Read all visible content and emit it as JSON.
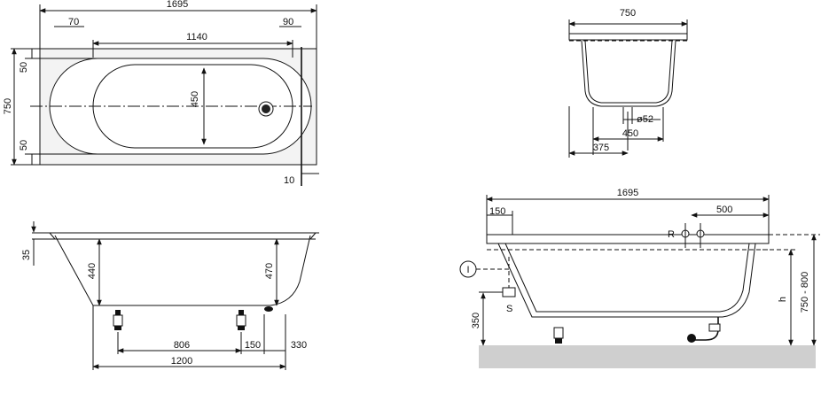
{
  "top_view": {
    "overall_length": "1695",
    "left_offset": "70",
    "right_offset": "90",
    "inner_length": "1140",
    "width": "750",
    "margin_top": "50",
    "margin_bottom": "50",
    "inner_width": "450",
    "edge": "10"
  },
  "side_view": {
    "rim": "35",
    "depth_left": "440",
    "depth_right": "470",
    "foot_spacing": "806",
    "foot_offset": "150",
    "drain_offset": "330",
    "bottom_length": "1200"
  },
  "end_view": {
    "width": "750",
    "drain_diameter": "ø52",
    "bottom_width": "450",
    "drain_offset": "375"
  },
  "install_view": {
    "length": "1695",
    "left_offset": "150",
    "fitting_offset": "500",
    "label_r": "R",
    "label_s": "S",
    "label_i": "I",
    "height_h": "h",
    "height_range": "750 - 800",
    "floor_height": "350"
  }
}
